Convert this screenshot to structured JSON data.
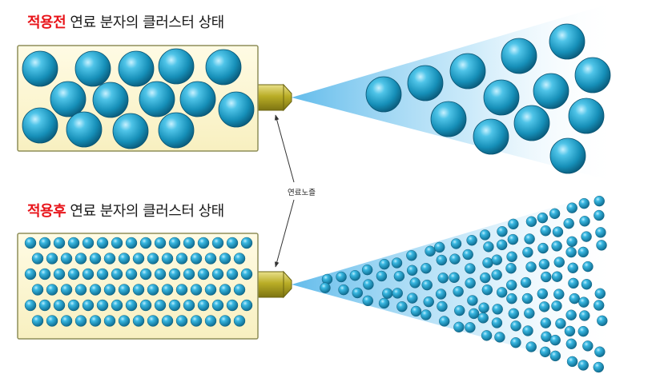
{
  "before": {
    "highlight": "적용전",
    "rest": " 연료 분자의 클러스터 상태"
  },
  "after": {
    "highlight": "적용후",
    "rest": " 연료 분자의 클러스터 상태"
  },
  "nozzle_label": "연료노즐",
  "colors": {
    "tank_fill": "#fbf5cc",
    "tank_stroke": "#8e8e58",
    "molecule": "#1aa2c9",
    "nozzle": "#b7ad2a",
    "spray": "#6fc3ee",
    "highlight_red": "#e8141a"
  }
}
